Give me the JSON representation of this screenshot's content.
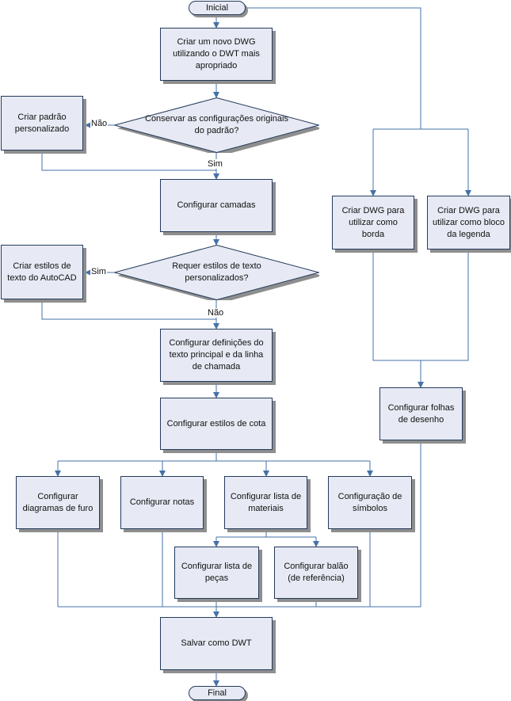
{
  "colors": {
    "node_fill": "#e7eaf4",
    "node_border": "#243a5c",
    "shadow": "#8e8e8e",
    "connector": "#4472a8",
    "background": "#ffffff"
  },
  "nodes": {
    "start": "Inicial",
    "new_dwg": "Criar um novo DWG\nutilizando o DWT mais\napropriado",
    "custom_standard": "Criar padrão\npersonalizado",
    "keep_config": "Conservar as configurações originais\ndo padrão?",
    "layers": "Configurar camadas",
    "text_styles": "Criar estilos de\ntexto do AutoCAD",
    "need_text_styles": "Requer estilos de texto\npersonalizados?",
    "text_defs": "Configurar definições do\ntexto principal e da linha\nde chamada",
    "dim_styles": "Configurar estilos de cota",
    "hole_diagrams": "Configurar\ndiagramas de furo",
    "notes": "Configurar notas",
    "bom": "Configurar lista de\nmateriais",
    "symbols": "Configuração de\nsímbolos",
    "parts_list": "Configurar lista de\npeças",
    "balloon": "Configurar balão\n(de referência)",
    "save_dwt": "Salvar como DWT",
    "end": "Final",
    "border_dwg": "Criar DWG para\nutilizar como\nborda",
    "title_block_dwg": "Criar DWG para\nutilizar como bloco\nda legenda",
    "sheets": "Configurar folhas\nde desenho"
  },
  "labels": {
    "no_1": "Não",
    "yes_1": "Sim",
    "yes_2": "Sim",
    "no_2": "Não"
  }
}
